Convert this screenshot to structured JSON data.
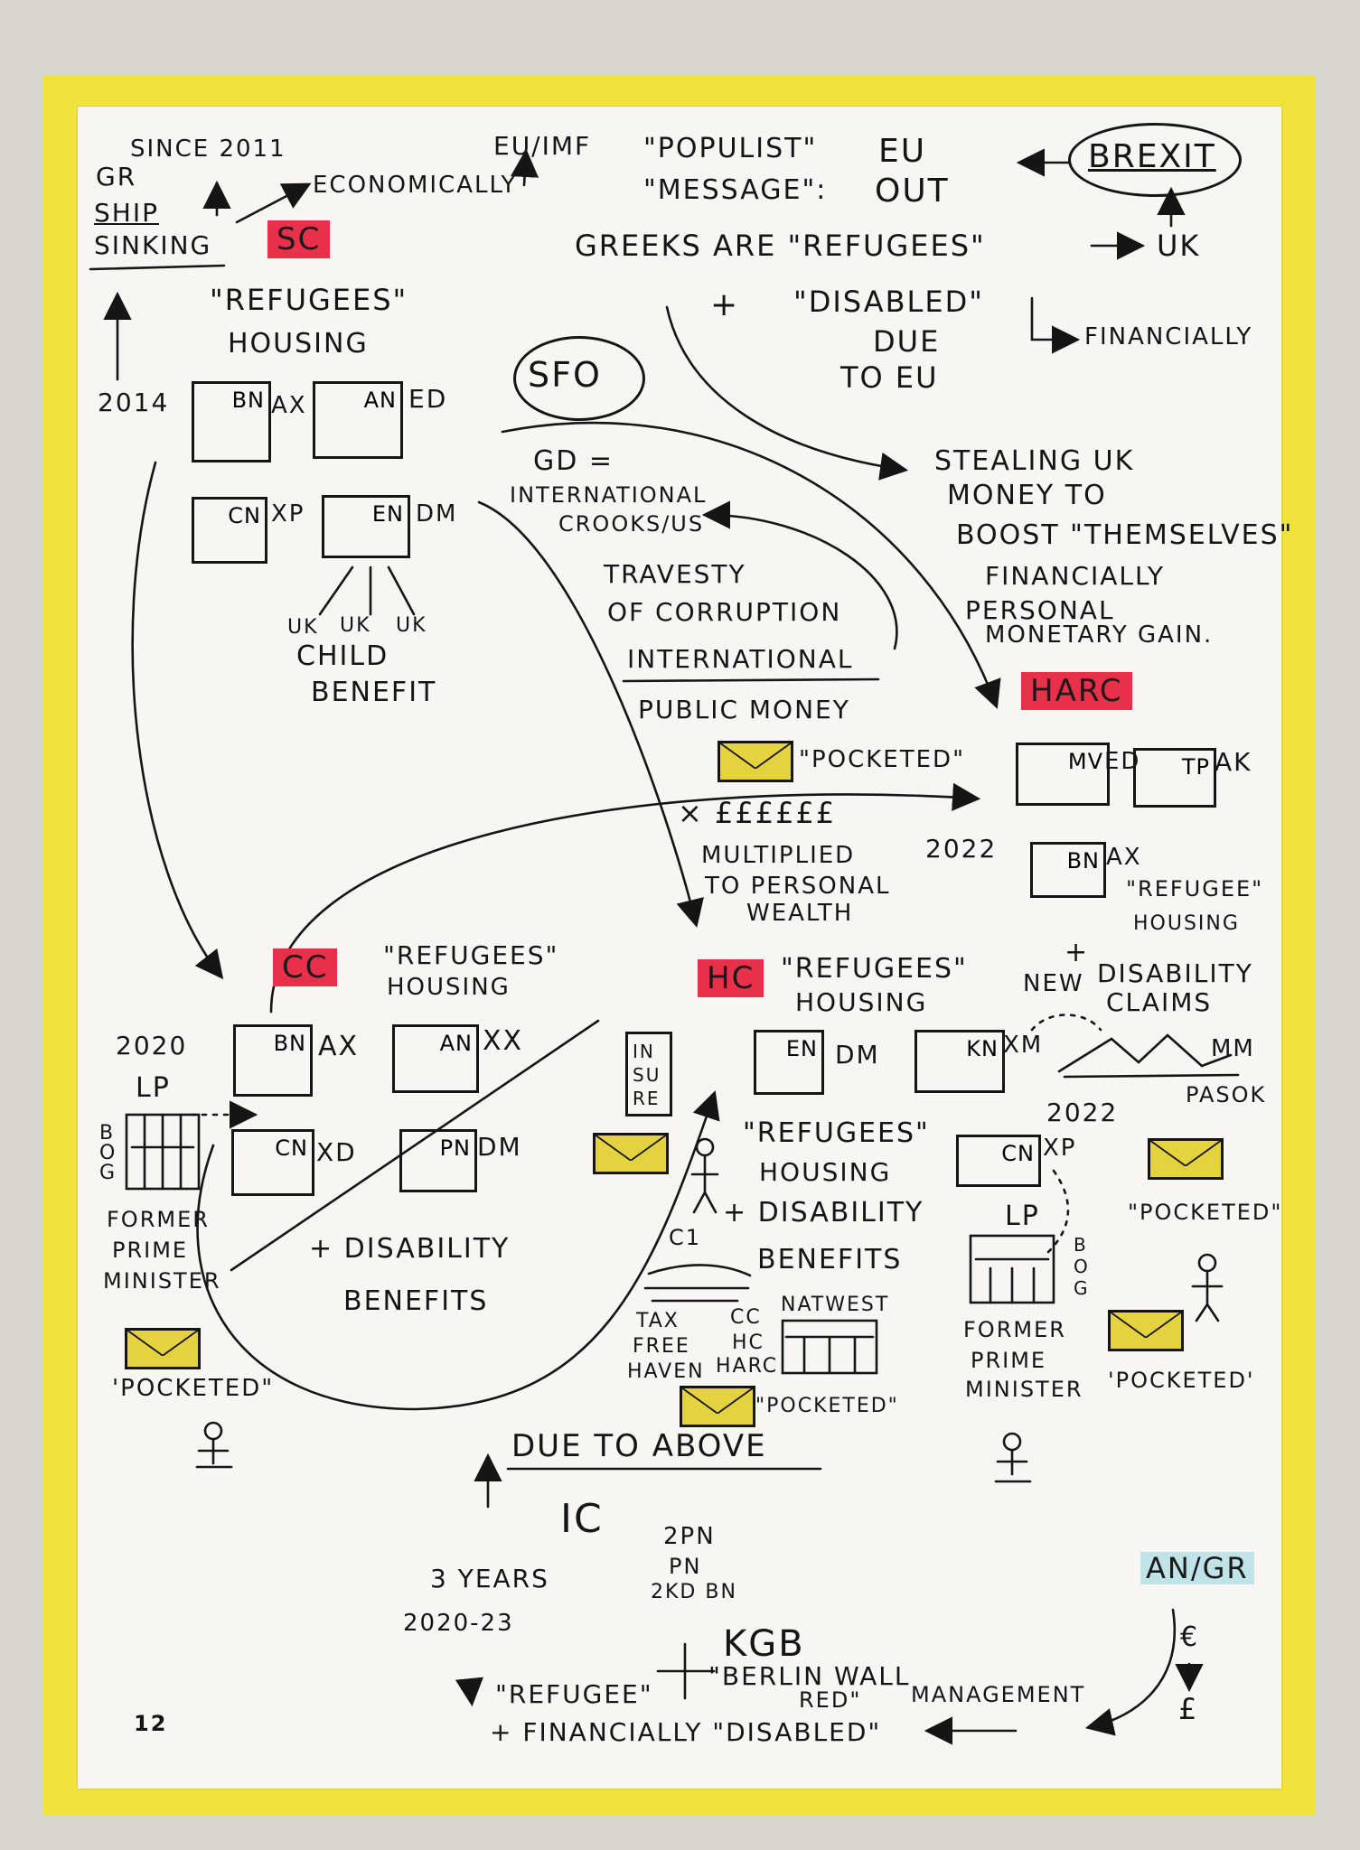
{
  "top_left": {
    "since": "Since 2011",
    "gr": "GR",
    "ship": "Ship",
    "sinking": "Sinking",
    "economically": "Economically",
    "eu_imf": "EU/IMF",
    "sc": "SC"
  },
  "top_right": {
    "populist": "\"Populist\"",
    "message": "\"Message\":",
    "eu": "EU",
    "out": "OUT",
    "brexit": "BREXIT",
    "greeks": "Greeks are \"Refugees\"",
    "uk": "UK",
    "plus": "+",
    "disabled": "\"Disabled\"",
    "due": "Due",
    "to_eu": "to EU",
    "financially": "Financially"
  },
  "sc_housing": {
    "refugees": "\"Refugees\"",
    "housing": "Housing",
    "year": "2014",
    "boxes": [
      {
        "inner": "BN",
        "outer": "AX"
      },
      {
        "inner": "AN",
        "outer": "ED"
      },
      {
        "inner": "CN",
        "outer": "XP"
      },
      {
        "inner": "EN",
        "outer": "DM"
      }
    ],
    "uk_labels": [
      "UK",
      "UK",
      "UK"
    ],
    "child": "Child",
    "benefit": "Benefit"
  },
  "sfo": "SFO",
  "middle": {
    "gd": "GD =",
    "international": "International",
    "crooks": "Crooks/US",
    "travesty": "Travesty",
    "of_corruption": "of Corruption",
    "international2": "International",
    "public_money": "Public Money",
    "pocketed": "\"Pocketed\"",
    "pounds": "× ££££££",
    "multiplied": "Multiplied",
    "to_personal": "to Personal",
    "wealth": "Wealth"
  },
  "stealing": {
    "l1": "Stealing UK",
    "l2": "Money to",
    "l3": "Boost \"Themselves\"",
    "l4": "Financially",
    "l5": "Personal",
    "l6": "Monetary Gain."
  },
  "harc": {
    "label": "HARC",
    "boxes": [
      {
        "inner": "MV",
        "outer": "ED"
      },
      {
        "inner": "TP",
        "outer": "AK"
      },
      {
        "inner": "BN",
        "outer": "AX"
      }
    ],
    "year": "2022",
    "refugee": "\"Refugee\"",
    "housing": "Housing",
    "plus_new": "+",
    "new": "New",
    "disability": "Disability",
    "claims": "Claims"
  },
  "cc": {
    "label": "CC",
    "refugees": "\"Refugees\"",
    "housing": "Housing",
    "year": "2020",
    "lp": "LP",
    "bog": [
      "B",
      "O",
      "G"
    ],
    "boxes": [
      {
        "inner": "BN",
        "outer": "AX"
      },
      {
        "inner": "AN",
        "outer": "XX"
      },
      {
        "inner": "CN",
        "outer": "XD"
      },
      {
        "inner": "PN",
        "outer": "DM"
      }
    ],
    "former": "Former",
    "prime": "Prime",
    "minister": "Minister",
    "plus_disability": "+ Disability",
    "benefits": "Benefits",
    "pocketed": "'Pocketed\""
  },
  "hc": {
    "label": "HC",
    "refugees": "\"Refugees\"",
    "housing": "Housing",
    "insure": [
      "IN",
      "SU",
      "RE"
    ],
    "boxes": [
      {
        "inner": "EN",
        "outer": "DM"
      },
      {
        "inner": "KN",
        "outer": "XM"
      },
      {
        "inner": "CN",
        "outer": "XP"
      }
    ],
    "mm": "MM",
    "pasok": "PASOK",
    "year": "2022",
    "refugees2": "\"Refugees\"",
    "housing2": "Housing",
    "plus_disability": "+ Disability",
    "benefits": "Benefits",
    "c1": "C1",
    "natwest": "Natwest",
    "tax": "Tax",
    "free": "Free",
    "haven": "Haven",
    "cc": "CC",
    "hc2": "HC",
    "harc": "HARC",
    "pocketed": "\"Pocketed\"",
    "lp": "LP",
    "bog": [
      "B",
      "O",
      "G"
    ],
    "former": "Former",
    "prime": "Prime",
    "minister": "Minister",
    "pocketed2": "\"Pocketed\"",
    "pocketed3": "'Pocketed'"
  },
  "bottom": {
    "due_to_above": "Due to above",
    "ic": "IC",
    "two_pn": "2PN",
    "pn": "PN",
    "two_bn": "2KD BN",
    "years": "3 Years",
    "range": "2020-23",
    "refugee": "\"Refugee\"",
    "plus": "+",
    "kgb": "KGB",
    "berlin": "\"Berlin Wall",
    "red": "Red\"",
    "management": "Management",
    "financially": "+ Financially \"Disabled\"",
    "an_gr": "AN/GR",
    "euro": "€",
    "pound": "£",
    "page": "12"
  },
  "colors": {
    "tape": "#f2e33c",
    "highlight_red": "#e8304a",
    "highlight_blue": "#bfe3e6",
    "envelope": "#e4d23e"
  }
}
